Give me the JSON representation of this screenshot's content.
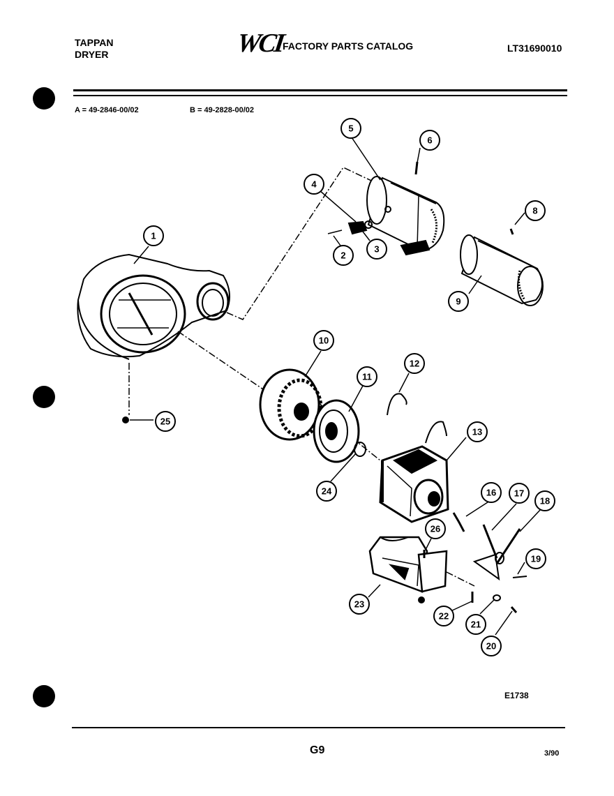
{
  "header": {
    "brand": "TAPPAN",
    "product": "DRYER",
    "logo": "WCI",
    "catalog_title": "FACTORY PARTS CATALOG",
    "catalog_number": "LT31690010"
  },
  "models": {
    "a": "A = 49-2846-00/02",
    "b": "B = 49-2828-00/02"
  },
  "figure_code": "E1738",
  "footer": {
    "page": "G9",
    "date": "3/90"
  },
  "callouts": [
    "1",
    "2",
    "3",
    "4",
    "5",
    "6",
    "8",
    "9",
    "10",
    "11",
    "12",
    "13",
    "16",
    "17",
    "18",
    "19",
    "20",
    "21",
    "22",
    "23",
    "24",
    "25",
    "26"
  ]
}
